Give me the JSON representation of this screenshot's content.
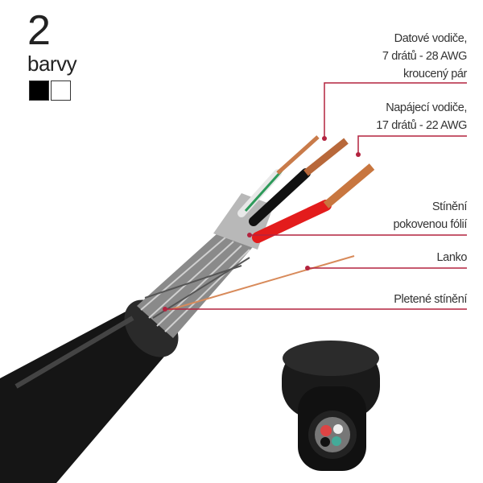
{
  "header": {
    "count": "2",
    "label": "barvy"
  },
  "swatches": [
    {
      "color": "#000000"
    },
    {
      "color": "#ffffff"
    }
  ],
  "accent_color": "#b3233f",
  "callouts": [
    {
      "lines": [
        "Datové vodiče,",
        "7 drátů - 28 AWG",
        "kroucený pár"
      ]
    },
    {
      "lines": [
        "Napájecí vodiče,",
        "17 drátů - 22 AWG"
      ]
    },
    {
      "lines": [
        "Stínění",
        "pokovenou fólií"
      ]
    },
    {
      "lines": [
        "Lanko"
      ]
    },
    {
      "lines": [
        "Pletené stínění"
      ]
    }
  ]
}
